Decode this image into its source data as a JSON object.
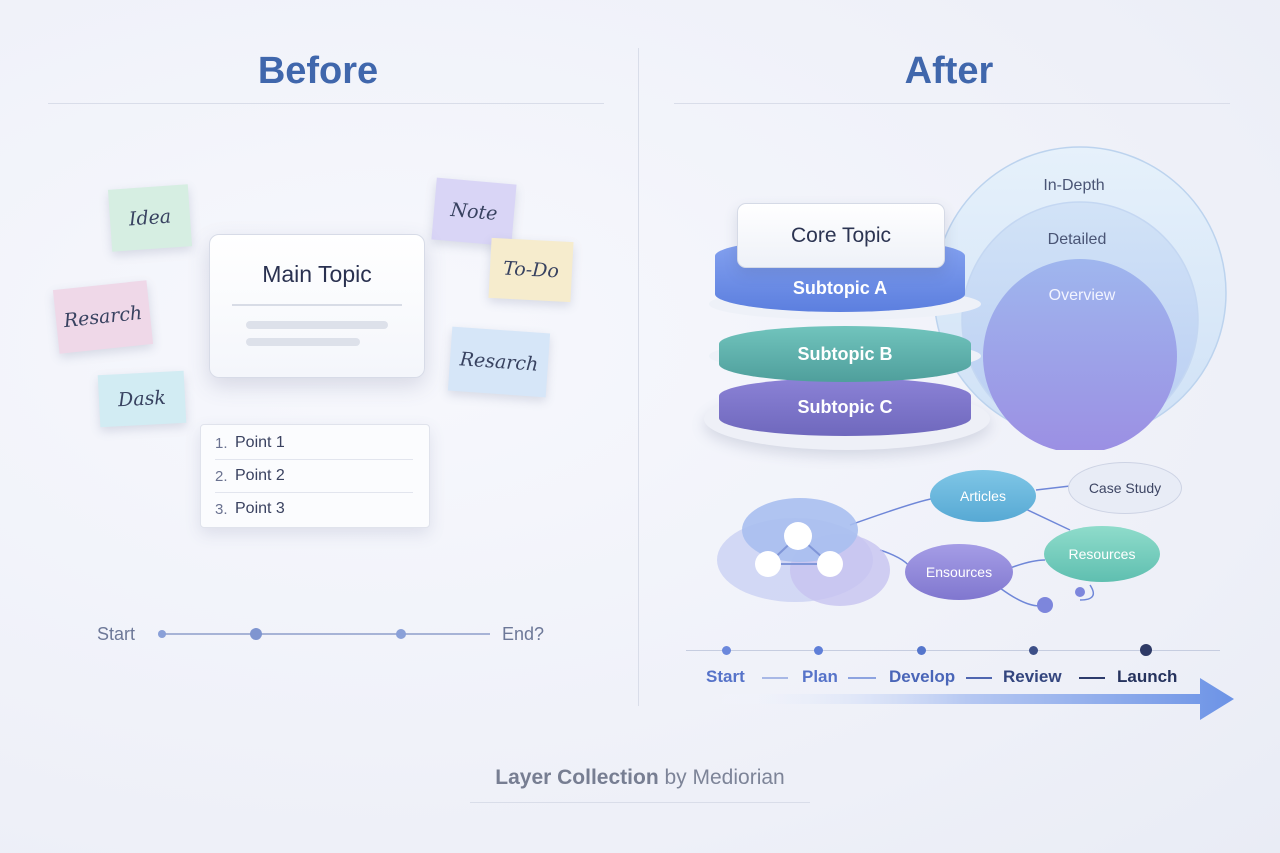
{
  "before": {
    "title": "Before",
    "notes": [
      "Idea",
      "Note",
      "To-Do",
      "Resarch",
      "Resarch",
      "Dask"
    ],
    "main_topic": "Main Topic",
    "points": [
      {
        "num": "1.",
        "label": "Point 1"
      },
      {
        "num": "2.",
        "label": "Point 2"
      },
      {
        "num": "3.",
        "label": "Point 3"
      }
    ],
    "timeline": {
      "start": "Start",
      "end": "End?"
    }
  },
  "after": {
    "title": "After",
    "core_topic": "Core Topic",
    "layers": [
      "Subtopic A",
      "Subtopic B",
      "Subtopic C"
    ],
    "circles": [
      "In-Depth",
      "Detailed",
      "Overview"
    ],
    "nodes": [
      "Articles",
      "Case Study",
      "Ensources",
      "Resources"
    ],
    "steps": [
      "Start",
      "Plan",
      "Develop",
      "Review",
      "Launch"
    ]
  },
  "footer": {
    "brand": "Layer Collection",
    "by": "by Mediorian"
  },
  "colors": {
    "title_blue": "#4067ac",
    "layer_a": "#6f8fe6",
    "layer_b": "#5fb4ae",
    "layer_c": "#7b74c6"
  }
}
